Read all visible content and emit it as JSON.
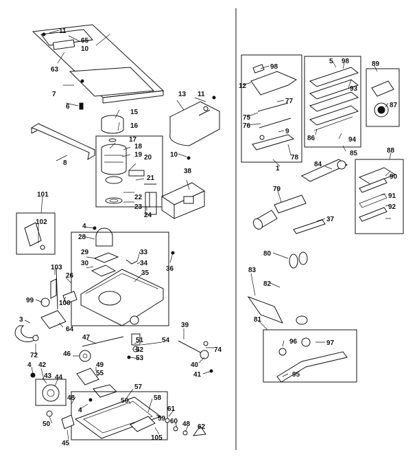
{
  "labels": {
    "l11a": "11",
    "l65": "65",
    "l10a": "10",
    "l63": "63",
    "l7": "7",
    "l6": "6",
    "l13": "13",
    "l11b": "11",
    "l15": "15",
    "l16": "16",
    "l17": "17",
    "l18": "18",
    "l19": "19",
    "l20": "20",
    "l21": "21",
    "l22": "22",
    "l23": "23",
    "l24": "24",
    "l8": "8",
    "l10b": "10",
    "l38": "38",
    "l101": "101",
    "l102": "102",
    "l4a": "4",
    "l28": "28",
    "l29": "29",
    "l30": "30",
    "l33": "33",
    "l34": "34",
    "l36": "36",
    "l103": "103",
    "l26": "26",
    "l35": "35",
    "l99": "99",
    "l100": "100",
    "l3": "3",
    "l64": "64",
    "l39": "39",
    "l47": "47",
    "l51": "51",
    "l52": "52",
    "l53": "53",
    "l54": "54",
    "l74": "74",
    "l46": "46",
    "l72": "72",
    "l49": "49",
    "l4b": "4",
    "l42": "42",
    "l43": "43",
    "l44": "44",
    "l55": "55",
    "l40": "40",
    "l41": "41",
    "l48a": "48",
    "l57": "57",
    "l4c": "4",
    "l56": "56",
    "l58": "58",
    "l50": "50",
    "l45": "45",
    "l61": "61",
    "l59": "59",
    "l60": "60",
    "l48b": "48",
    "l62": "62",
    "l105": "105",
    "l98a": "98",
    "l12": "12",
    "l77": "77",
    "l75": "75",
    "l76": "76",
    "l9": "9",
    "l78": "78",
    "l1": "1",
    "l5": "5",
    "l98b": "98",
    "l93": "93",
    "l89": "89",
    "l87": "87",
    "l86": "86",
    "l94": "94",
    "l85": "85",
    "l88": "88",
    "l84": "84",
    "l79": "79",
    "l90": "90",
    "l91": "91",
    "l92": "92",
    "l37": "37",
    "l80": "80",
    "l83": "83",
    "l82": "82",
    "l81": "81",
    "l96": "96",
    "l97": "97",
    "l95": "95"
  }
}
